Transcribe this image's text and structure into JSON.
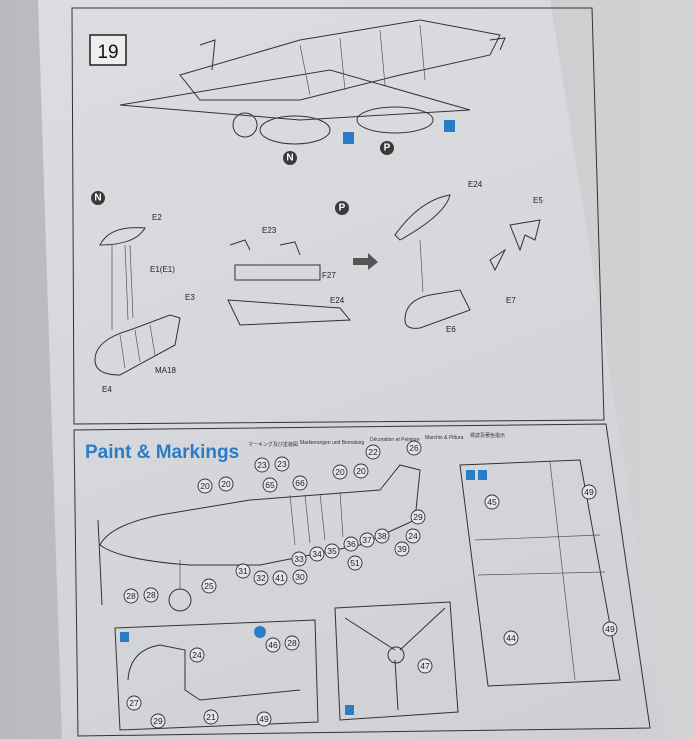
{
  "step": {
    "number": "19",
    "variant_n": "N",
    "variant_p": "P"
  },
  "parts_n": [
    "E2",
    "E1(E1)",
    "E3",
    "MA18",
    "E4"
  ],
  "parts_p": [
    "E23",
    "F27",
    "E24",
    "E24",
    "E5",
    "E7",
    "E6"
  ],
  "paint": {
    "title": "Paint & Markings",
    "languages": [
      "マーキング及び塗装図",
      "Markierungen und Bemalung",
      "Décoration et Peinture",
      "Marchio & Pittura",
      "標誌及著色指示"
    ]
  },
  "side_view_callouts": [
    "20",
    "20",
    "23",
    "23",
    "65",
    "66",
    "20",
    "20",
    "22",
    "26",
    "29",
    "24",
    "39",
    "38",
    "37",
    "36",
    "35",
    "34",
    "33",
    "51",
    "30",
    "41",
    "32",
    "31",
    "25",
    "28",
    "28"
  ],
  "tail_view_callouts": [
    "24",
    "46",
    "28",
    "27",
    "29",
    "21",
    "49"
  ],
  "prop_view_callouts": [
    "47"
  ],
  "wing_view_callouts": [
    "45",
    "49",
    "44",
    "49"
  ],
  "colors": {
    "accent": "#2a7cc7",
    "paper": "#d8d9dc",
    "background": "#c4c5c8"
  }
}
